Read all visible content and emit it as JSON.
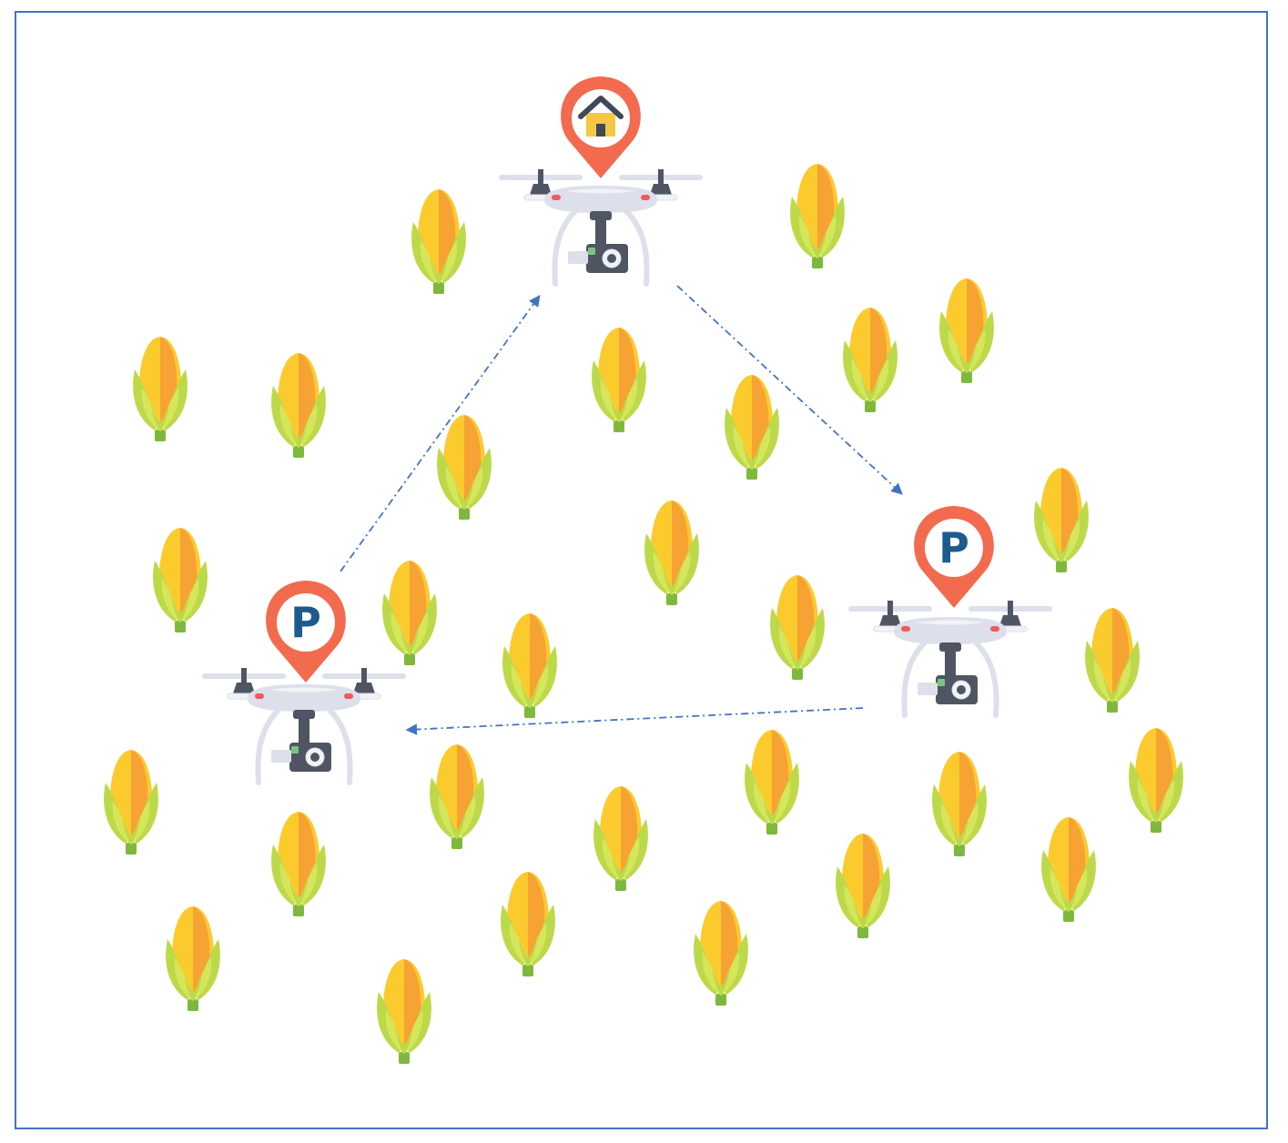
{
  "diagram": {
    "colors": {
      "frame": "#4472C4",
      "path_arrow": "#4472C4",
      "pin": "#F26B4F",
      "pin_inner": "#FFFFFF",
      "pin_letter": "#1E5A8C",
      "house_roof": "#3F4A57",
      "house_wall": "#F5C842",
      "corn_kernel": "#FBCB2E",
      "corn_shade": "#F6A333",
      "corn_husk": "#BCD94A",
      "corn_husk_light": "#D6E65B",
      "corn_stem": "#7EB83C",
      "drone_body": "#DDE0EA",
      "drone_dark": "#4F5563",
      "drone_light": "#F2F3F7",
      "drone_accent": "#F05A5A"
    },
    "drones": [
      {
        "id": "home",
        "pin_icon": "house-icon",
        "pin_label": ""
      },
      {
        "id": "waypoint-right",
        "pin_icon": "parking-icon",
        "pin_label": "P"
      },
      {
        "id": "waypoint-left",
        "pin_icon": "parking-icon",
        "pin_label": "P"
      }
    ],
    "flight_path": [
      {
        "from": "home",
        "to": "waypoint-right"
      },
      {
        "from": "waypoint-right",
        "to": "waypoint-left"
      },
      {
        "from": "waypoint-left",
        "to": "home"
      }
    ]
  }
}
